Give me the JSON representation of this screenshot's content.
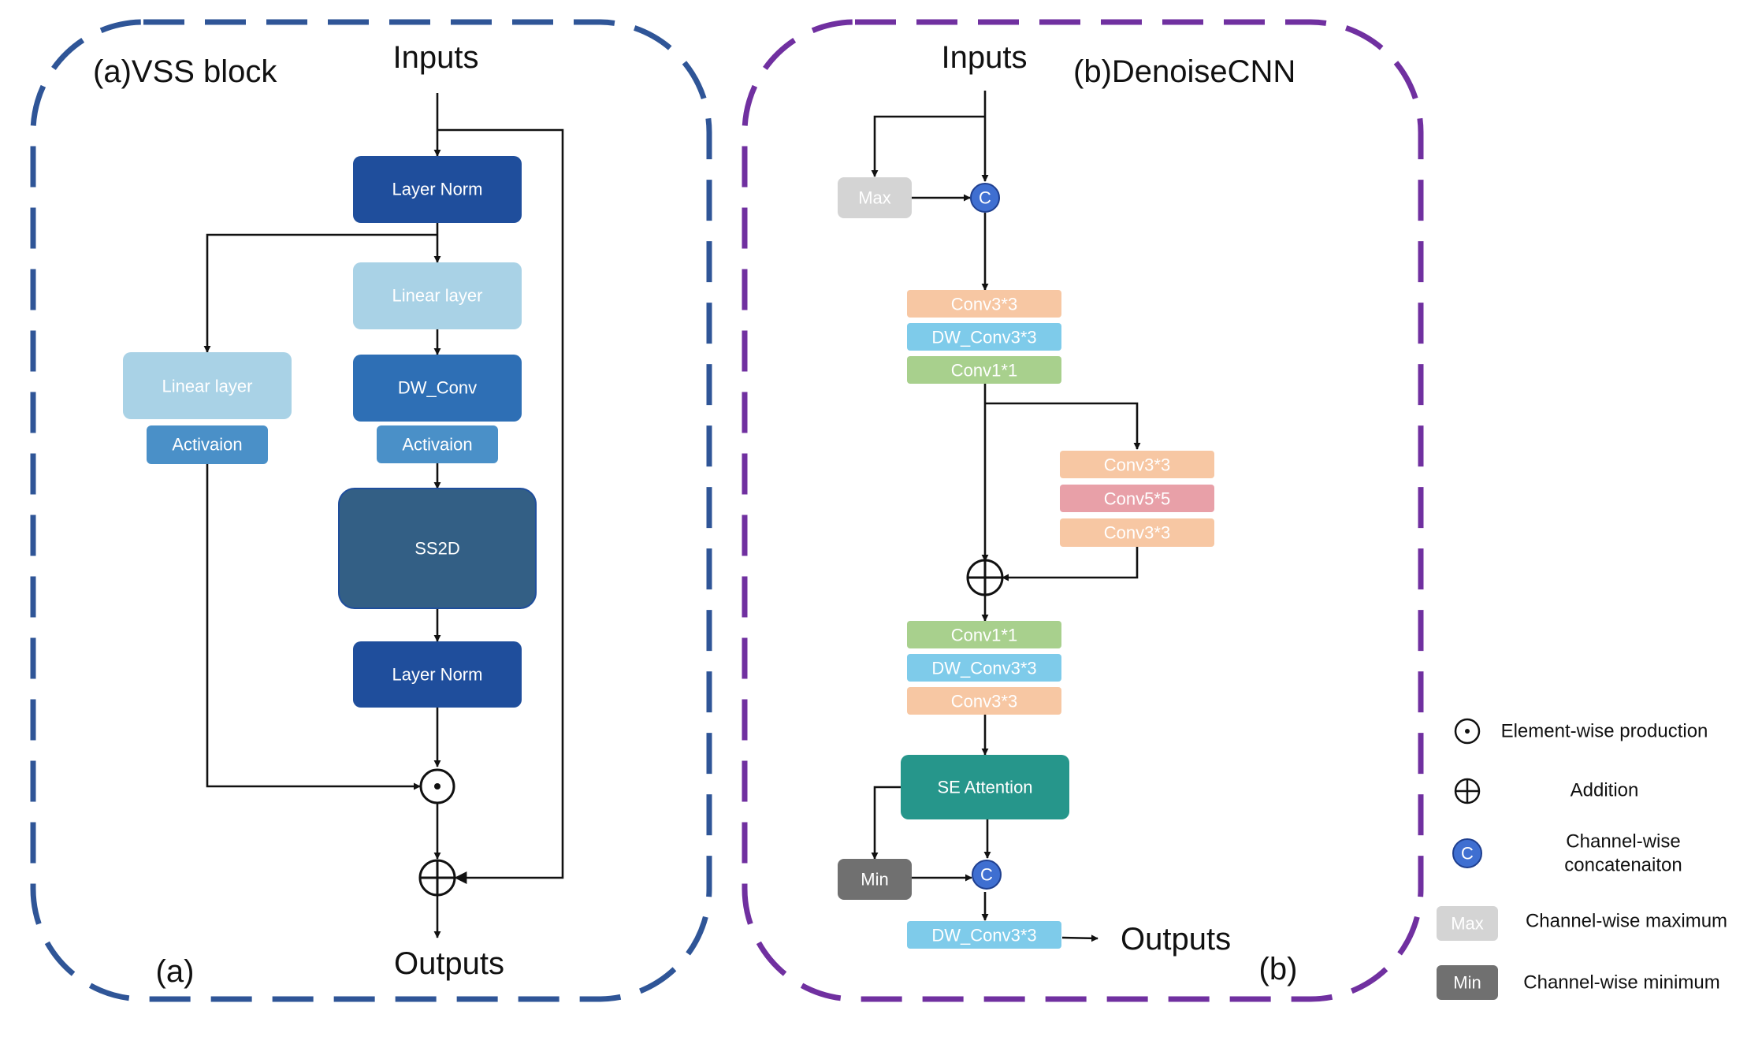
{
  "panel_a": {
    "title": "(a)VSS block",
    "tag": "(a)",
    "inputs": "Inputs",
    "outputs": "Outputs",
    "layer_norm_top": "Layer Norm",
    "linear_layer_left": "Linear layer",
    "activation_left": "Activaion",
    "linear_layer_right": "Linear layer",
    "dw_conv": "DW_Conv",
    "activation_right": "Activaion",
    "ss2d": "SS2D",
    "layer_norm_bottom": "Layer Norm"
  },
  "panel_b": {
    "title": "(b)DenoiseCNN",
    "tag": "(b)",
    "inputs": "Inputs",
    "outputs": "Outputs",
    "max": "Max",
    "concat_symbol": "C",
    "block1": [
      "Conv3*3",
      "DW_Conv3*3",
      "Conv1*1"
    ],
    "branch": [
      "Conv3*3",
      "Conv5*5",
      "Conv3*3"
    ],
    "block2": [
      "Conv1*1",
      "DW_Conv3*3",
      "Conv3*3"
    ],
    "se_attention": "SE Attention",
    "min": "Min",
    "final_conv": "DW_Conv3*3"
  },
  "legend": {
    "element_wise": "Element-wise production",
    "addition": "Addition",
    "concat_symbol": "C",
    "concat_line1": "Channel-wise",
    "concat_line2": "concatenaiton",
    "max_symbol": "Max",
    "max_label": "Channel-wise maximum",
    "min_symbol": "Min",
    "min_label": "Channel-wise minimum"
  },
  "colors": {
    "panel_a_border": "#2f5597",
    "panel_b_border": "#7030a0",
    "layer_norm": "#1f4e9c",
    "linear_layer": "#a9d2e6",
    "dw_conv": "#2e6fb5",
    "activation": "#4a90c8",
    "ss2d": "#335f85",
    "conv3": "#f7c7a3",
    "dw_conv3": "#7ecbea",
    "conv1": "#a8d08d",
    "conv5": "#e8a0a8",
    "se_attention": "#26968b",
    "max_box": "#d4d4d4",
    "min_box": "#707070",
    "concat_circle": "#3f6fd1"
  }
}
